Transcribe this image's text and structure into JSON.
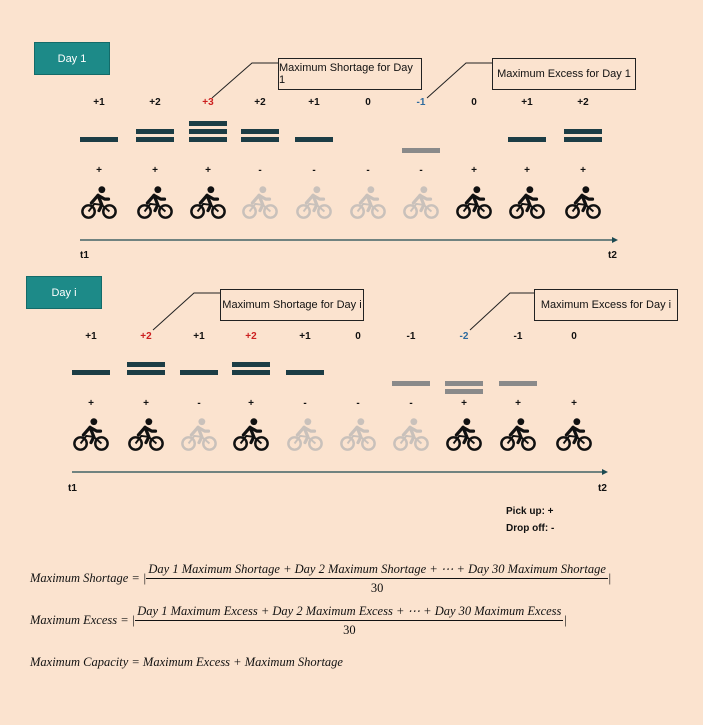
{
  "colors": {
    "background": "#fbe3cf",
    "dark_bar": "#1c3d45",
    "gray_bar": "#8a8a8a",
    "shortage": "#cc1f1f",
    "excess": "#2e6b9e",
    "day_box": "#1d8a88"
  },
  "day1": {
    "label": "Day 1",
    "callout_shortage": "Maximum Shortage for Day 1",
    "callout_excess": "Maximum Excess for Day 1",
    "values": [
      "+1",
      "+2",
      "+3",
      "+2",
      "+1",
      "0",
      "-1",
      "0",
      "+1",
      "+2"
    ],
    "signs": [
      "+",
      "+",
      "+",
      "-",
      "-",
      "-",
      "-",
      "+",
      "+",
      "+"
    ],
    "axis_start": "t1",
    "axis_end": "t2"
  },
  "dayi": {
    "label": "Day i",
    "callout_shortage": "Maximum Shortage for Day i",
    "callout_excess": "Maximum Excess for Day i",
    "values": [
      "+1",
      "+2",
      "+1",
      "+2",
      "+1",
      "0",
      "-1",
      "-2",
      "-1",
      "0"
    ],
    "signs": [
      "+",
      "+",
      "-",
      "+",
      "-",
      "-",
      "-",
      "+",
      "+",
      "+"
    ],
    "axis_start": "t1",
    "axis_end": "t2"
  },
  "legend": {
    "pickup": "Pick up: +",
    "dropoff": "Drop off: -"
  },
  "formulas": {
    "shortage_lhs": "Maximum Shortage = |",
    "shortage_num": "Day 1 Maximum Shortage +  Day 2 Maximum Shortage + ⋯ + Day 30 Maximum Shortage",
    "shortage_den": "30",
    "excess_lhs": "Maximum Excess = |",
    "excess_num": "Day 1 Maximum Excess +  Day 2 Maximum Excess + ⋯ + Day 30 Maximum Excess",
    "excess_den": "30",
    "close": "|",
    "capacity": "Maximum Capacity = Maximum Excess + Maximum Shortage"
  }
}
